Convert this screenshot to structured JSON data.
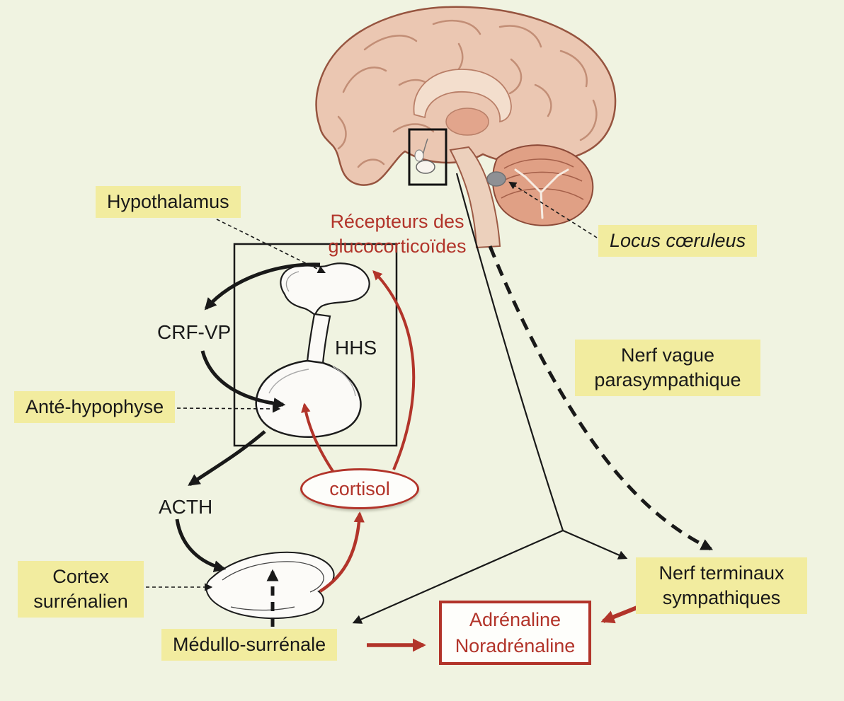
{
  "colors": {
    "background": "#f0f3e1",
    "label_background": "#f2ec9f",
    "accent_red": "#b2342a",
    "text_black": "#191919"
  },
  "labels": {
    "hypothalamus": "Hypothalamus",
    "recepteurs": {
      "line1": "Récepteurs des",
      "line2": "glucocorticoïdes"
    },
    "locus": "Locus cœruleus",
    "crf_vp": "CRF-VP",
    "hhs": "HHS",
    "ante_hypophyse": "Anté-hypophyse",
    "cortisol": "cortisol",
    "acth": "ACTH",
    "cortex": {
      "line1": "Cortex",
      "line2": "surrénalien"
    },
    "medullo": "Médullo-surrénale",
    "nerf_vague": {
      "line1": "Nerf vague",
      "line2": "parasympathique"
    },
    "nerf_terminaux": {
      "line1": "Nerf terminaux",
      "line2": "sympathiques"
    },
    "adrenaline": {
      "line1": "Adrénaline",
      "line2": "Noradrénaline"
    }
  }
}
